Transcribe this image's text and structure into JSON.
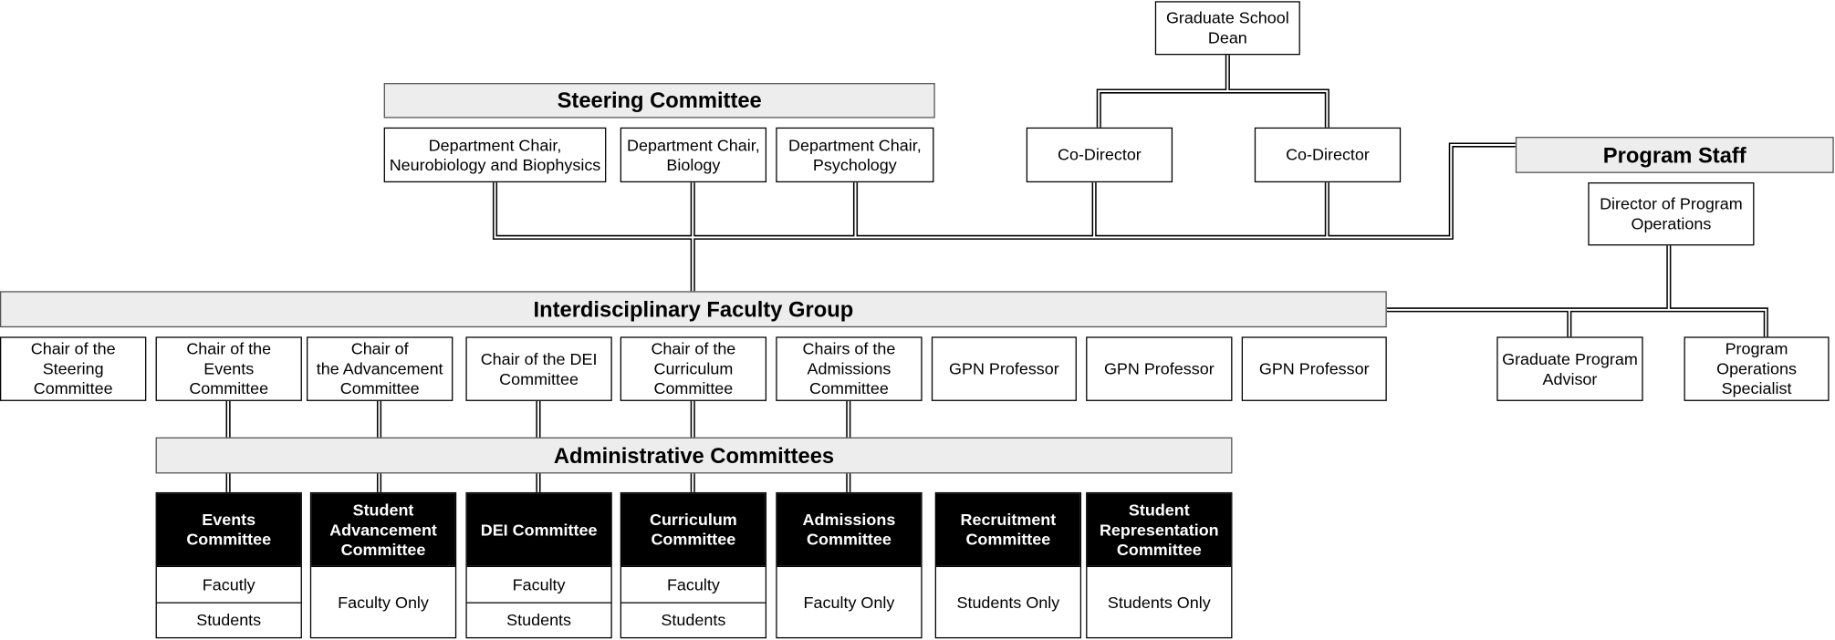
{
  "dean": "Graduate School\nDean",
  "steering": {
    "title": "Steering Committee",
    "chairs": [
      "Department Chair,\nNeurobiology and Biophysics",
      "Department Chair,\nBiology",
      "Department Chair,\nPsychology"
    ]
  },
  "co_directors": [
    "Co-Director",
    "Co-Director"
  ],
  "program_staff": {
    "title": "Program Staff",
    "director": "Director of Program\nOperations",
    "members": [
      "Graduate Program\nAdvisor",
      "Program\nOperations\nSpecialist"
    ]
  },
  "faculty_group": {
    "title": "Interdisciplinary Faculty Group",
    "members": [
      "Chair of the\nSteering\nCommittee",
      "Chair of the Events\nCommittee",
      "Chair of\nthe Advancement\nCommittee",
      "Chair of the DEI\nCommittee",
      "Chair of the\nCurriculum\nCommittee",
      "Chairs of the\nAdmissions\nCommittee",
      "GPN Professor",
      "GPN Professor",
      "GPN Professor"
    ]
  },
  "admin": {
    "title": "Administrative Committees",
    "committees": [
      {
        "name": "Events\nCommittee",
        "rows": [
          "Facutly",
          "Students"
        ]
      },
      {
        "name": "Student\nAdvancement\nCommittee",
        "rows": [
          "Faculty Only"
        ]
      },
      {
        "name": "DEI Committee",
        "rows": [
          "Faculty",
          "Students"
        ]
      },
      {
        "name": "Curriculum\nCommittee",
        "rows": [
          "Faculty",
          "Students"
        ]
      },
      {
        "name": "Admissions\nCommittee",
        "rows": [
          "Faculty Only"
        ]
      },
      {
        "name": "Recruitment\nCommittee",
        "rows": [
          "Students Only"
        ]
      },
      {
        "name": "Student\nRepresentation\nCommittee",
        "rows": [
          "Students Only"
        ]
      }
    ]
  }
}
